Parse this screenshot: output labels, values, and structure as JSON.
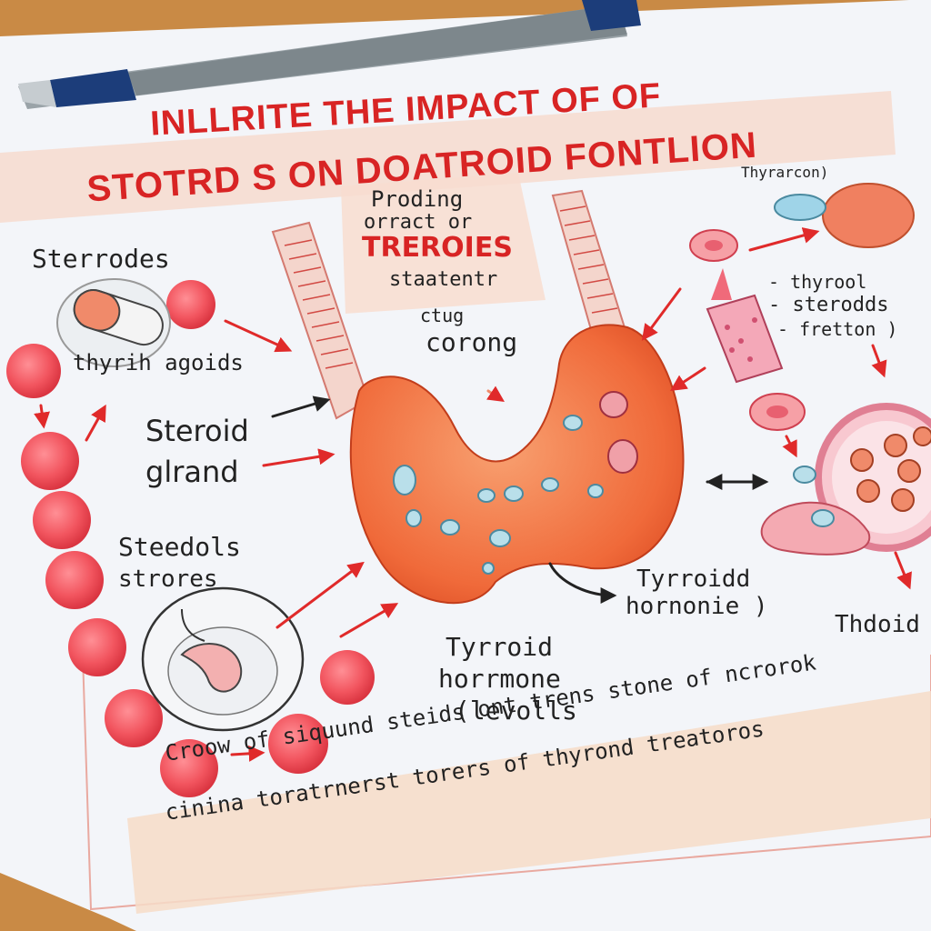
{
  "title": {
    "line1": "INLLRITE THE IMPACT OF OF",
    "line2": "STOTRD S ON DOATROID FONTLION"
  },
  "center_note": {
    "line1": "Proding",
    "line2": "orract or",
    "line3": "TREROIES",
    "line4": "staatentr",
    "line5": "ctug",
    "line6": "corong"
  },
  "labels": {
    "sterrodes": "Sterrodes",
    "thyrih_agoids": "thyrih agoids",
    "steroid": "Steroid",
    "glrand": "glrand",
    "steedols": "Steedols",
    "strores": "strores",
    "tyrroid_hormone_left_1": "Tyrroid",
    "tyrroid_hormone_left_2": "horrmone",
    "tyrroid_hormone_left_3": "(levolls",
    "tyrroid_hormone_right_1": "Tyrroidd",
    "tyrroid_hormone_right_2": "hornonie )",
    "thyrarcon": "Thyrarcon)",
    "thyrool": "- thyrool",
    "sterodds": "- sterodds",
    "fretton": "- fretton )",
    "thdoid": "Thdoid"
  },
  "footer": {
    "line1": "Croow of siquund steids ont trens stone of ncrorok",
    "line2": "cinina toratrnerst torers of thyrond treatoros"
  },
  "colors": {
    "title_red": "#d82424",
    "cell_red": "#f2555f",
    "gland_orange": "#f06a3a",
    "board_wood": "#c98a45",
    "paper": "#f7f8fb"
  },
  "icons": {
    "pen": "pen-icon",
    "pill": "pill-icon",
    "gland": "thyroid-gland-icon"
  }
}
